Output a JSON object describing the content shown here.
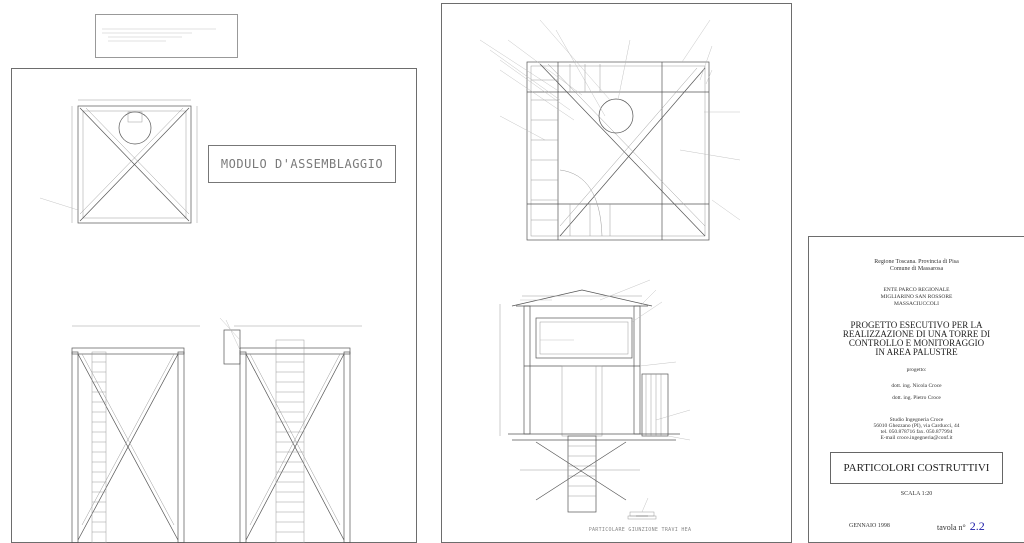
{
  "drawing_title": "MODULO D'ASSEMBLAGGIO",
  "detail_label": "PARTICOLARE GIUNZIONE TRAVI HEA",
  "title_block": {
    "region_line": "Regione Toscana. Provincia di Pisa",
    "municipality": "Comune di Massarosa",
    "authority_1": "ENTE PARCO REGIONALE",
    "authority_2": "MIGLIARINO SAN ROSSORE",
    "authority_3": "MASSACIUCCOLI",
    "project_title": [
      "PROGETTO ESECUTIVO PER LA",
      "REALIZZAZIONE DI UNA TORRE DI",
      "CONTROLLO E MONITORAGGIO",
      "IN AREA PALUSTRE"
    ],
    "project_label": "progetto:",
    "designer_1": "dott. ing. Nicola Croce",
    "designer_2": "dott. ing. Pietro Croce",
    "studio_lines": [
      "Studio Ingegneria Croce",
      "56010 Ghezzano (PI), via Carducci, 44",
      "tel. 050.878716 fax. 050.877994",
      "E-mail croce.ingegneria@conf.it"
    ],
    "sheet_name": "PARTICOLORI COSTRUTTIVI",
    "scale": "SCALA 1:20",
    "date": "GENNAIO 1998",
    "sheet_label": "tavola n°",
    "sheet_number": "2.2"
  },
  "colors": {
    "line": "#555555",
    "accent": "#1a1aa8"
  }
}
